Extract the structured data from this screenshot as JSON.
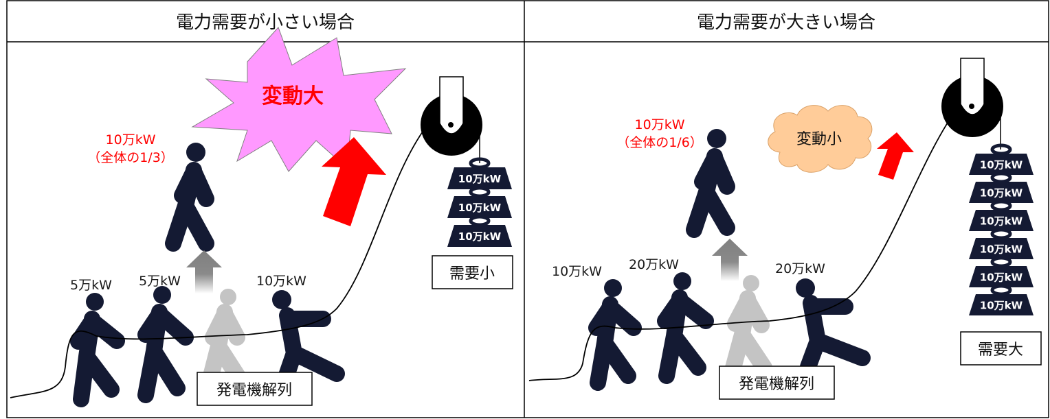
{
  "left_panel": {
    "title": "電力需要が小さい場合",
    "burst_text": "変動大",
    "highlight_capacity": "10万kW",
    "highlight_share": "（全体の1/3）",
    "generators": [
      "5万kW",
      "5万kW",
      "10万kW"
    ],
    "disconnect_label": "発電機解列",
    "demand_label": "需要小",
    "weights": [
      "10万kW",
      "10万kW",
      "10万kW"
    ]
  },
  "right_panel": {
    "title": "電力需要が大きい場合",
    "cloud_text": "変動小",
    "highlight_capacity": "10万kW",
    "highlight_share": "（全体の1/6）",
    "generators": [
      "10万kW",
      "20万kW",
      "20万kW"
    ],
    "disconnect_label": "発電機解列",
    "demand_label": "需要大",
    "weights": [
      "10万kW",
      "10万kW",
      "10万kW",
      "10万kW",
      "10万kW",
      "10万kW"
    ]
  },
  "colors": {
    "figure": "#141a33",
    "disconnected_figure": "#c4c4c4",
    "large_change_arrow": "#ff0000",
    "burst_fill": "#ff99ff",
    "cloud_fill": "#ffcc99"
  }
}
